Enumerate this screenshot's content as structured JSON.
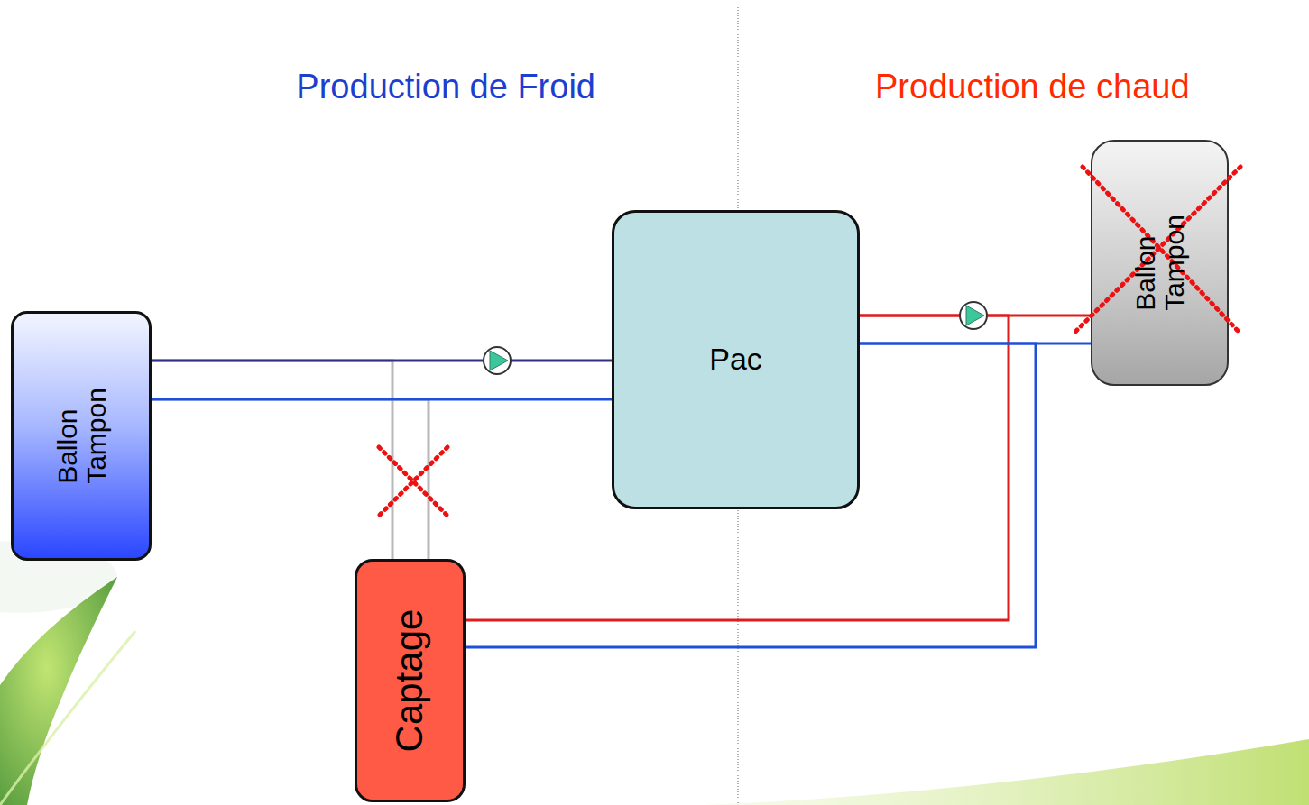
{
  "diagram": {
    "nodes": [
      {
        "text": [
          "Ballon Tampon"
        ]
      },
      {
        "text": [
          "Pac"
        ]
      },
      {
        "text": [
          "Ballon Tampon"
        ]
      },
      {
        "text": [
          "Captage"
        ]
      }
    ],
    "edges": [
      {
        "from": 0,
        "to": 1,
        "arrow": "none"
      },
      {
        "from": 0,
        "to": 1,
        "arrow": "none"
      },
      {
        "from": 1,
        "to": 2,
        "arrow": "none"
      },
      {
        "from": 1,
        "to": 2,
        "arrow": "none"
      },
      {
        "from": 3,
        "to": 1,
        "arrow": "none"
      },
      {
        "from": 3,
        "to": 1,
        "arrow": "none"
      },
      {
        "from": 3,
        "to": 0,
        "arrow": "none"
      },
      {
        "from": 3,
        "to": 0,
        "arrow": "none"
      }
    ],
    "labels": [
      "Production de Froid",
      "Production de chaud"
    ]
  }
}
